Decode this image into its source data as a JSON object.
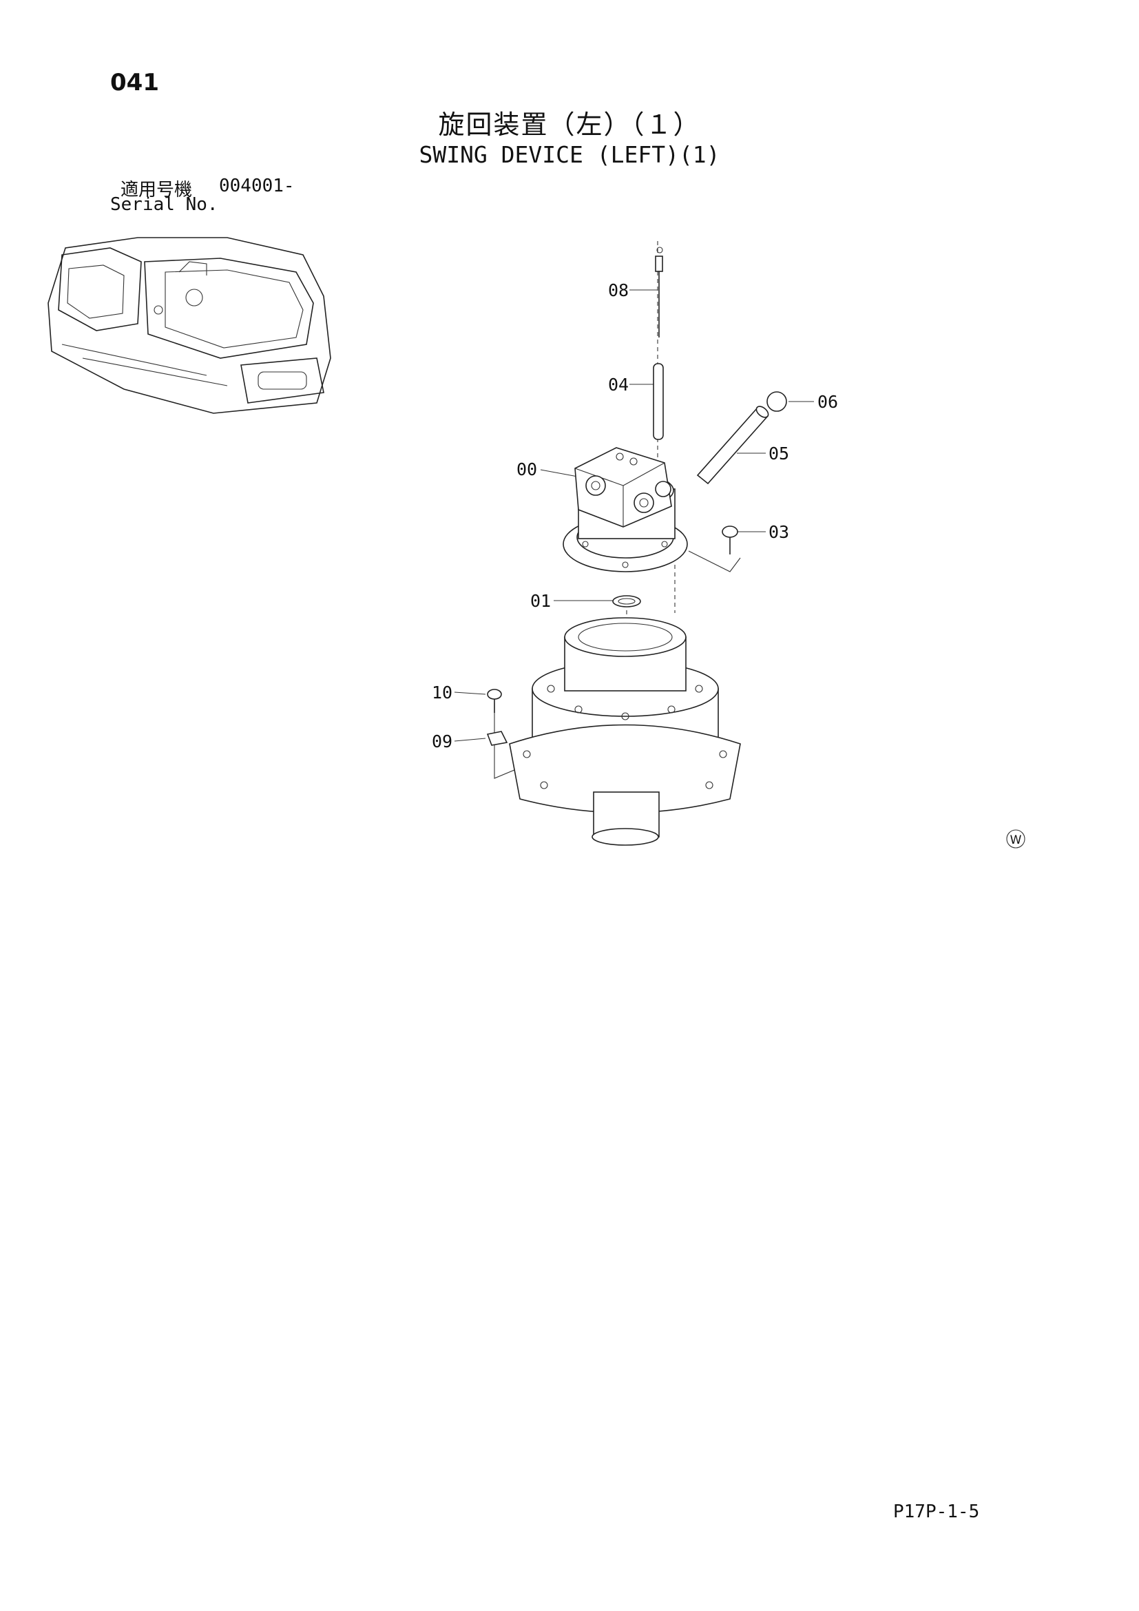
{
  "header": {
    "page_number": "041",
    "title_jp": "旋回装置（左）（１）",
    "title_en": "SWING DEVICE (LEFT)(1)"
  },
  "serial": {
    "label_jp": "適用号機",
    "value": "004001-",
    "label_en": "Serial No."
  },
  "callouts": {
    "c08": "08",
    "c04": "04",
    "c06": "06",
    "c05": "05",
    "c00": "00",
    "c03": "03",
    "c01": "01",
    "c10": "10",
    "c09": "09"
  },
  "watermark_symbol": "W",
  "footer": {
    "code": "P17P-1-5"
  }
}
